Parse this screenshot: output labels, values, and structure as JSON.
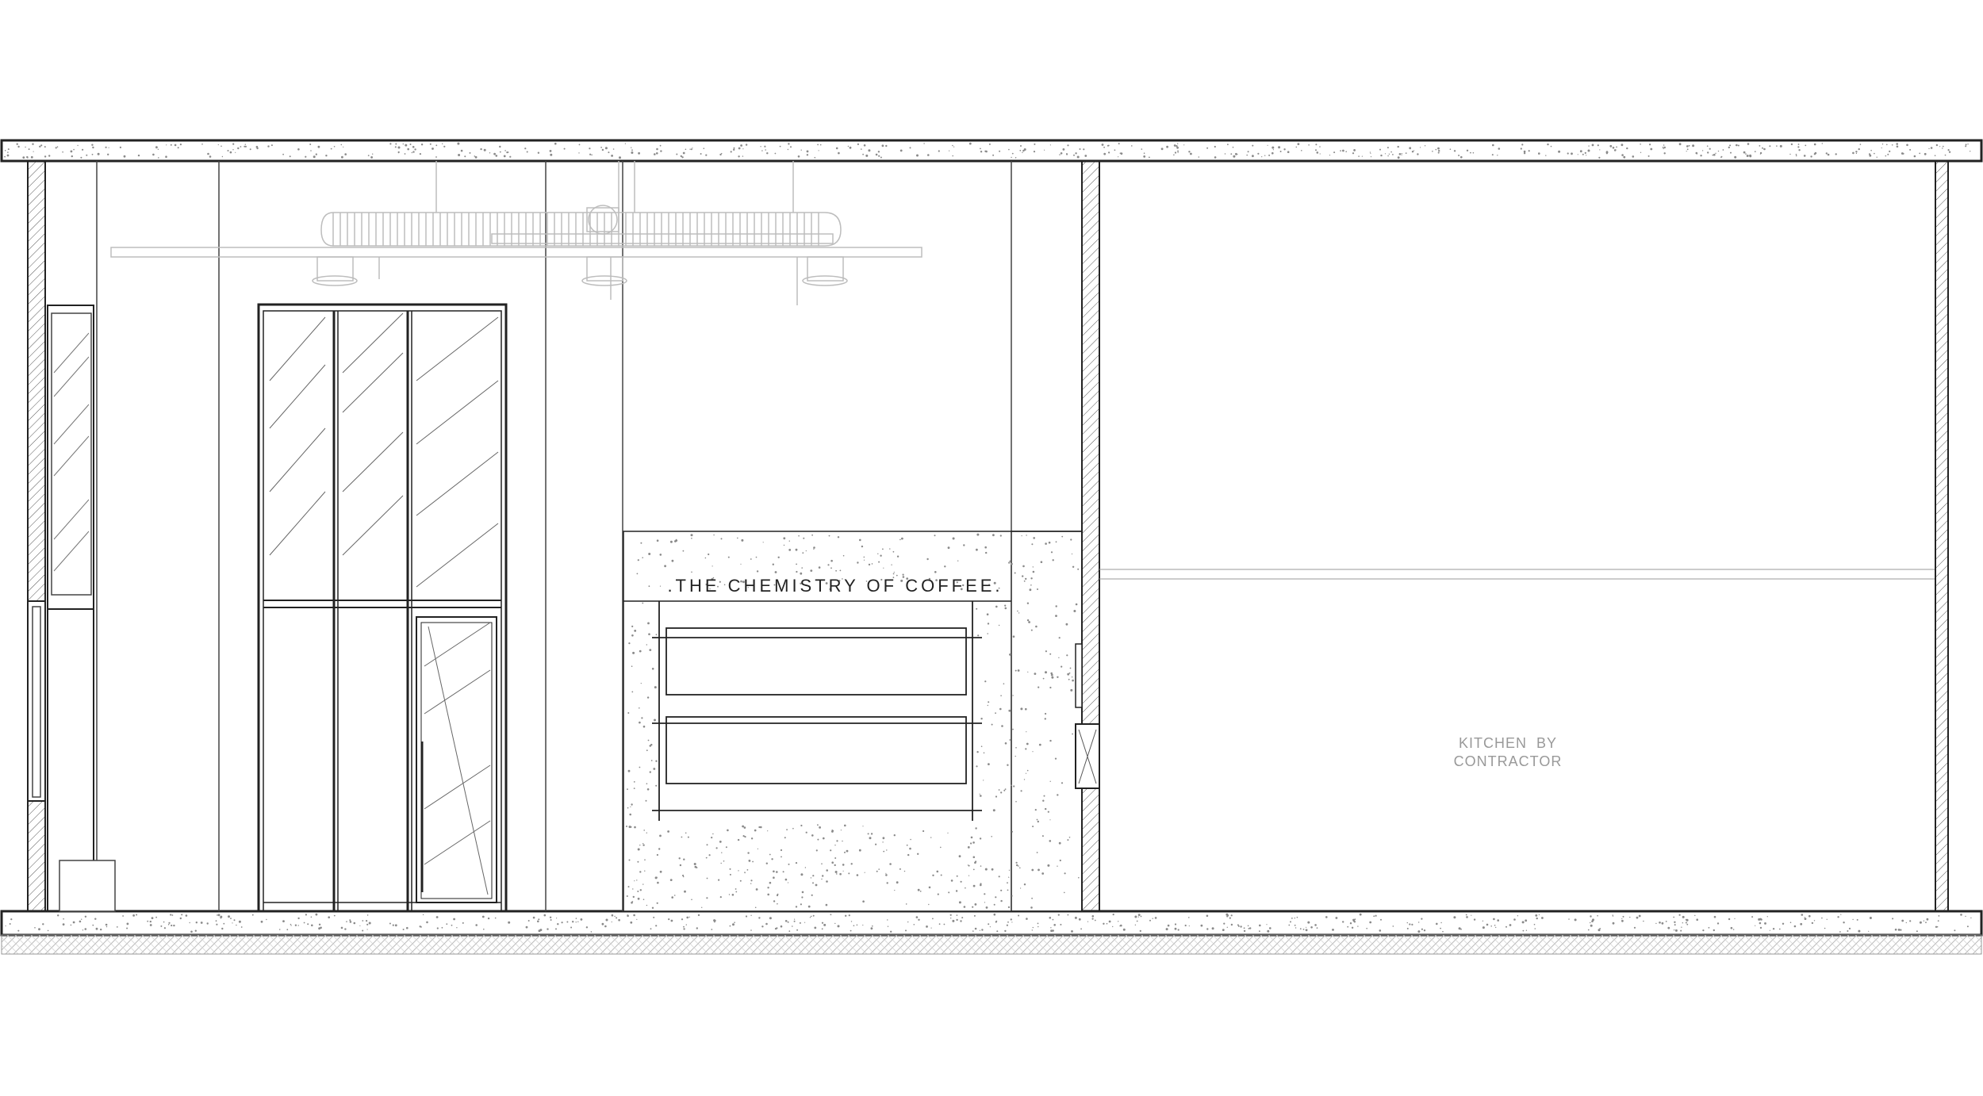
{
  "drawing": {
    "type": "interior elevation",
    "sign_text": ".THE CHEMISTRY OF COFFEE.",
    "kitchen_label_line1": "KITCHEN  BY",
    "kitchen_label_line2": "CONTRACTOR"
  },
  "colors": {
    "line": "#222222",
    "light_line": "#bdbdbd",
    "terrazzo_dots": "#8a8a8a",
    "label_grey": "#999999"
  }
}
